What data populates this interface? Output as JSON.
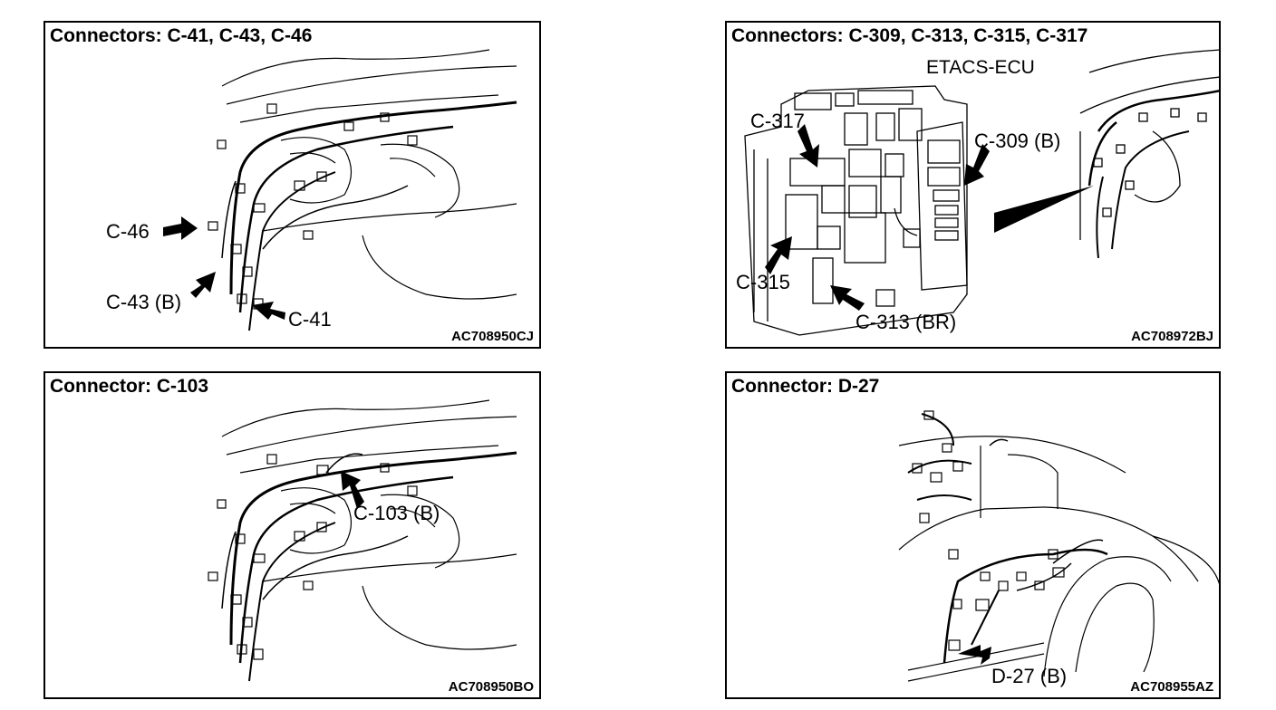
{
  "panels": [
    {
      "title": "Connectors: C-41, C-43, C-46",
      "code": "AC708950CJ",
      "labels": [
        "C-46",
        "C-43 (B)",
        "C-41"
      ]
    },
    {
      "title": "Connectors: C-309, C-313, C-315, C-317",
      "code": "AC708972BJ",
      "subtitle": "ETACS-ECU",
      "labels": [
        "C-317",
        "C-309 (B)",
        "C-315",
        "C-313 (BR)"
      ]
    },
    {
      "title": "Connector: C-103",
      "code": "AC708950BO",
      "labels": [
        "C-103 (B)"
      ]
    },
    {
      "title": "Connector: D-27",
      "code": "AC708955AZ",
      "labels": [
        "D-27 (B)"
      ]
    }
  ],
  "colors": {
    "line": "#000000",
    "background": "#ffffff"
  },
  "icons": [
    "pointer-arrow-icon",
    "wiring-harness-drawing",
    "ecu-box-drawing",
    "car-body-drawing"
  ]
}
